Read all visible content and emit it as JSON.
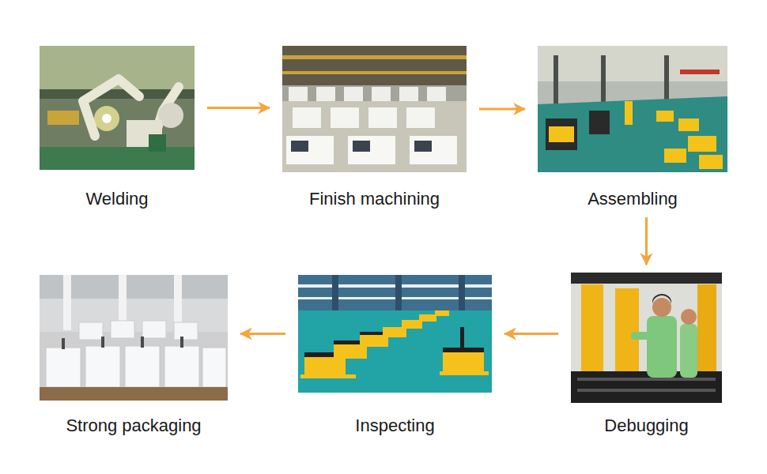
{
  "diagram": {
    "nodes": [
      {
        "text": [
          "Welding"
        ]
      },
      {
        "text": [
          "Finish machining"
        ]
      },
      {
        "text": [
          "Assembling"
        ]
      },
      {
        "text": [
          "Debugging"
        ]
      },
      {
        "text": [
          "Inspecting"
        ]
      },
      {
        "text": [
          "Strong packaging"
        ]
      }
    ],
    "edges": [
      {
        "from": 0,
        "to": 1,
        "arrow": "to"
      },
      {
        "from": 1,
        "to": 2,
        "arrow": "to"
      },
      {
        "from": 2,
        "to": 3,
        "arrow": "to"
      },
      {
        "from": 3,
        "to": 4,
        "arrow": "to"
      },
      {
        "from": 4,
        "to": 5,
        "arrow": "to"
      }
    ]
  }
}
